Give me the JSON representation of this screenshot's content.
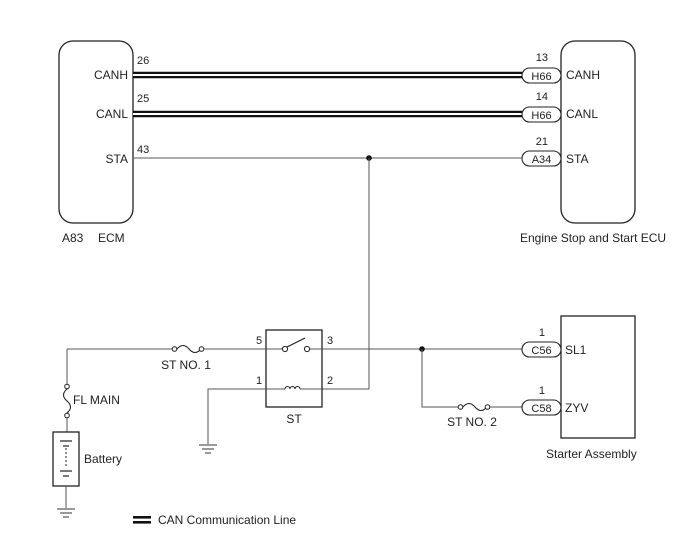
{
  "ecm": {
    "ref": "A83",
    "name": "ECM",
    "pins": [
      {
        "num": "26",
        "signal": "CANH"
      },
      {
        "num": "25",
        "signal": "CANL"
      },
      {
        "num": "43",
        "signal": "STA"
      }
    ]
  },
  "stop_start_ecu": {
    "name": "Engine Stop and Start ECU",
    "pins": [
      {
        "num": "13",
        "connector": "H66",
        "signal": "CANH"
      },
      {
        "num": "14",
        "connector": "H66",
        "signal": "CANL"
      },
      {
        "num": "21",
        "connector": "A34",
        "signal": "STA"
      }
    ]
  },
  "starter_relay": {
    "name": "ST",
    "pins": [
      "5",
      "3",
      "1",
      "2"
    ]
  },
  "fuses": [
    {
      "name": "ST NO. 1"
    },
    {
      "name": "FL MAIN"
    },
    {
      "name": "ST NO. 2"
    }
  ],
  "battery": {
    "name": "Battery"
  },
  "starter_assembly": {
    "name": "Starter Assembly",
    "pins": [
      {
        "num": "1",
        "connector": "C56",
        "signal": "SL1"
      },
      {
        "num": "1",
        "connector": "C58",
        "signal": "ZYV"
      }
    ]
  },
  "legend": {
    "can_line": "CAN Communication Line"
  }
}
